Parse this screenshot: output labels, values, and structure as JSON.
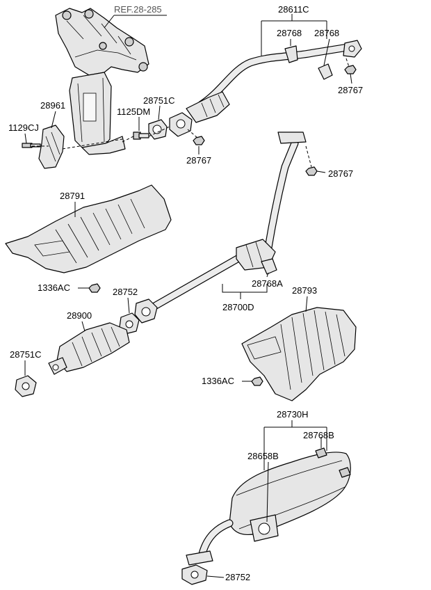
{
  "callouts": {
    "ref_28_285": "REF.28-285",
    "p28611C": "28611C",
    "p28768_a": "28768",
    "p28768_b": "28768",
    "p28767_a": "28767",
    "p28961": "28961",
    "p28751C_a": "28751C",
    "p1125DM": "1125DM",
    "p1129CJ": "1129CJ",
    "p28767_b": "28767",
    "p28767_c": "28767",
    "p28791": "28791",
    "p1336AC_a": "1336AC",
    "p28752_a": "28752",
    "p28768A": "28768A",
    "p28700D": "28700D",
    "p28793": "28793",
    "p28900": "28900",
    "p28751C_b": "28751C",
    "p1336AC_b": "1336AC",
    "p28730H": "28730H",
    "p28768B": "28768B",
    "p28658B": "28658B",
    "p28752_b": "28752"
  }
}
